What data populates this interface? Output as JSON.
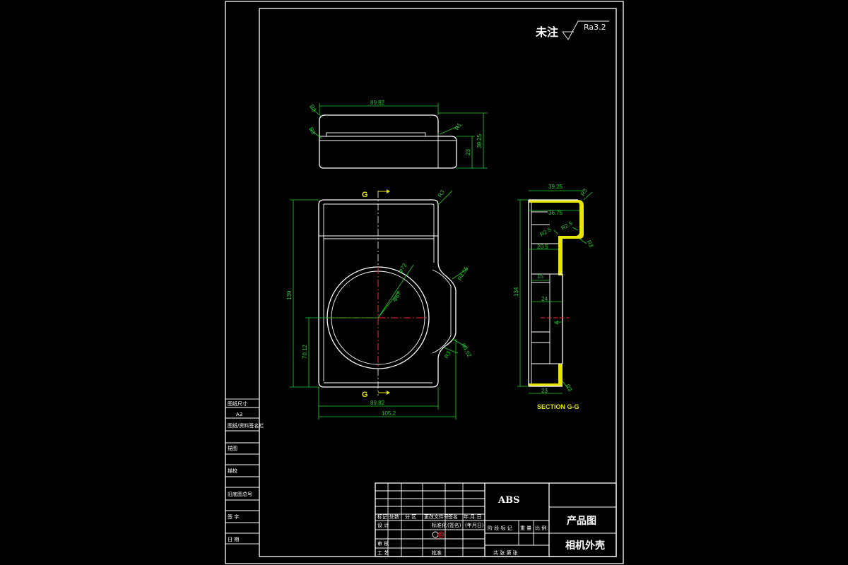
{
  "surface_note": {
    "label": "未注",
    "roughness": "Ra3.2"
  },
  "top_view": {
    "width": "89.82",
    "height": "39.25",
    "step": "23",
    "r_left_top": "R3",
    "r_left_mid": "R3",
    "r_right": "R1"
  },
  "front_view": {
    "section_mark": "G",
    "height": "139",
    "width_inner": "89.82",
    "width_outer": "105.2",
    "lower_height": "70.12",
    "r_corner": "R3",
    "dia_outer": "Φ72",
    "dia_inner": "Φ67",
    "r_notch_top": "R4.55",
    "r_notch_mid": "R3",
    "r_notch_bottom": "R4.52"
  },
  "section_view": {
    "title": "SECTION G-G",
    "width_top": "39.25",
    "width_inner": "36.75",
    "step": "20.5",
    "d15": "15",
    "d24": "24",
    "d4": "4",
    "height": "134",
    "d23": "23",
    "r_top": "R3",
    "r_a": "R2.5",
    "r_b": "R2.5",
    "r_c": "R3",
    "r_bottom": "R3"
  },
  "side_panel": [
    "图纸尺寸",
    "A3",
    "图纸/资料签名栏",
    "描图",
    "描校",
    "旧底图总号",
    "签 字",
    "日 期"
  ],
  "title_block": {
    "material": "ABS",
    "drawing_type": "产品图",
    "part_name": "相机外壳",
    "header_row": [
      "标记",
      "处数",
      "分 区",
      "更改文件号",
      "签名",
      "年.月.日"
    ],
    "rows_left": [
      "设 计",
      "审 核",
      "工 艺"
    ],
    "std": "标准化",
    "sign": "(签名)",
    "date": "(年月日)",
    "approve": "批准",
    "stage_labels": [
      "阶 段 标 记",
      "重 量",
      "比 例"
    ],
    "sheet_label": "共  张  第  张"
  }
}
